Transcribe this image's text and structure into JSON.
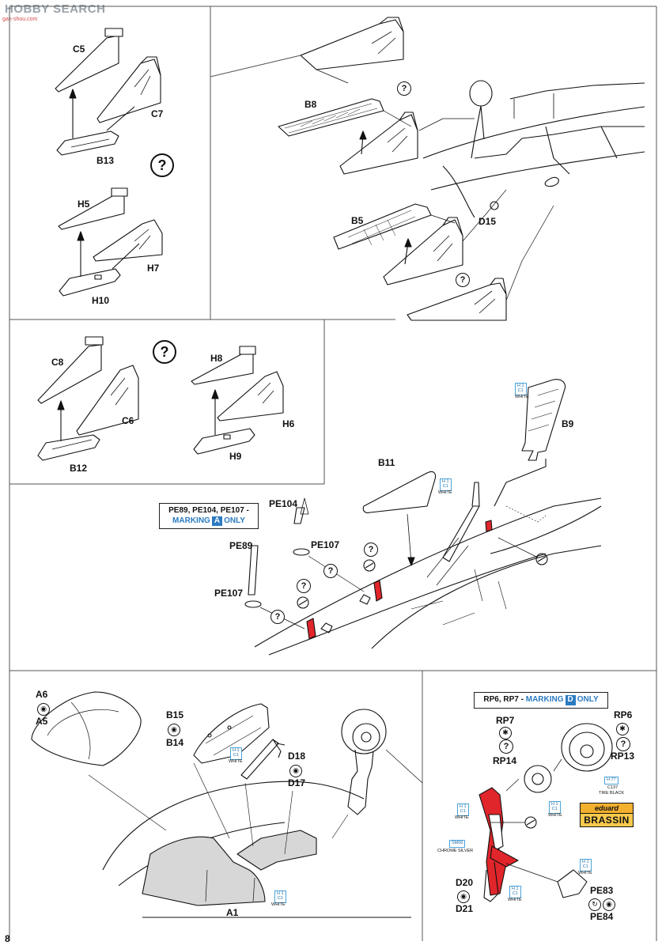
{
  "watermark": {
    "text": "HOBBY SEARCH",
    "sub": "gan-shou.com"
  },
  "page_number": "8",
  "colors": {
    "red": "#e0252b",
    "blue": "#2b7bc1",
    "grey": "#d7d7d7"
  },
  "labels": {
    "c5": "C5",
    "c7": "C7",
    "b13": "B13",
    "h5": "H5",
    "h7": "H7",
    "h10": "H10",
    "b8": "B8",
    "b5": "B5",
    "d15": "D15",
    "c8": "C8",
    "c6": "C6",
    "b12": "B12",
    "h8": "H8",
    "h6": "H6",
    "h9": "H9",
    "b9": "B9",
    "b11": "B11",
    "pe104": "PE104",
    "pe107a": "PE107",
    "pe89": "PE89",
    "pe107b": "PE107",
    "a6": "A6",
    "a5": "A5",
    "b15": "B15",
    "b14": "B14",
    "d18": "D18",
    "d17": "D17",
    "a1": "A1",
    "rp7": "RP7",
    "rp14": "RP14",
    "rp6": "RP6",
    "rp13": "RP13",
    "d20": "D20",
    "d21": "D21",
    "pe83": "PE83",
    "pe84": "PE84"
  },
  "callouts": {
    "pe": {
      "line1": "PE89, PE104, PE107 -",
      "marking": "MARKING",
      "letter": "A",
      "only": "ONLY"
    },
    "rp": {
      "line1": "RP6, RP7 -",
      "marking": "MARKING",
      "letter": "D",
      "only": "ONLY"
    }
  },
  "paint": {
    "h1": "H 1",
    "c1": "C1",
    "white": "WHITE",
    "h77": "H 77",
    "c137": "C137",
    "tire_black": "TIRE BLACK",
    "sm06": "SM06",
    "chrome_silver": "CHROME SILVER"
  },
  "symbols": {
    "question": "?",
    "star": "✱"
  },
  "brand": {
    "top": "eduard",
    "bottom": "BRASSIN"
  }
}
